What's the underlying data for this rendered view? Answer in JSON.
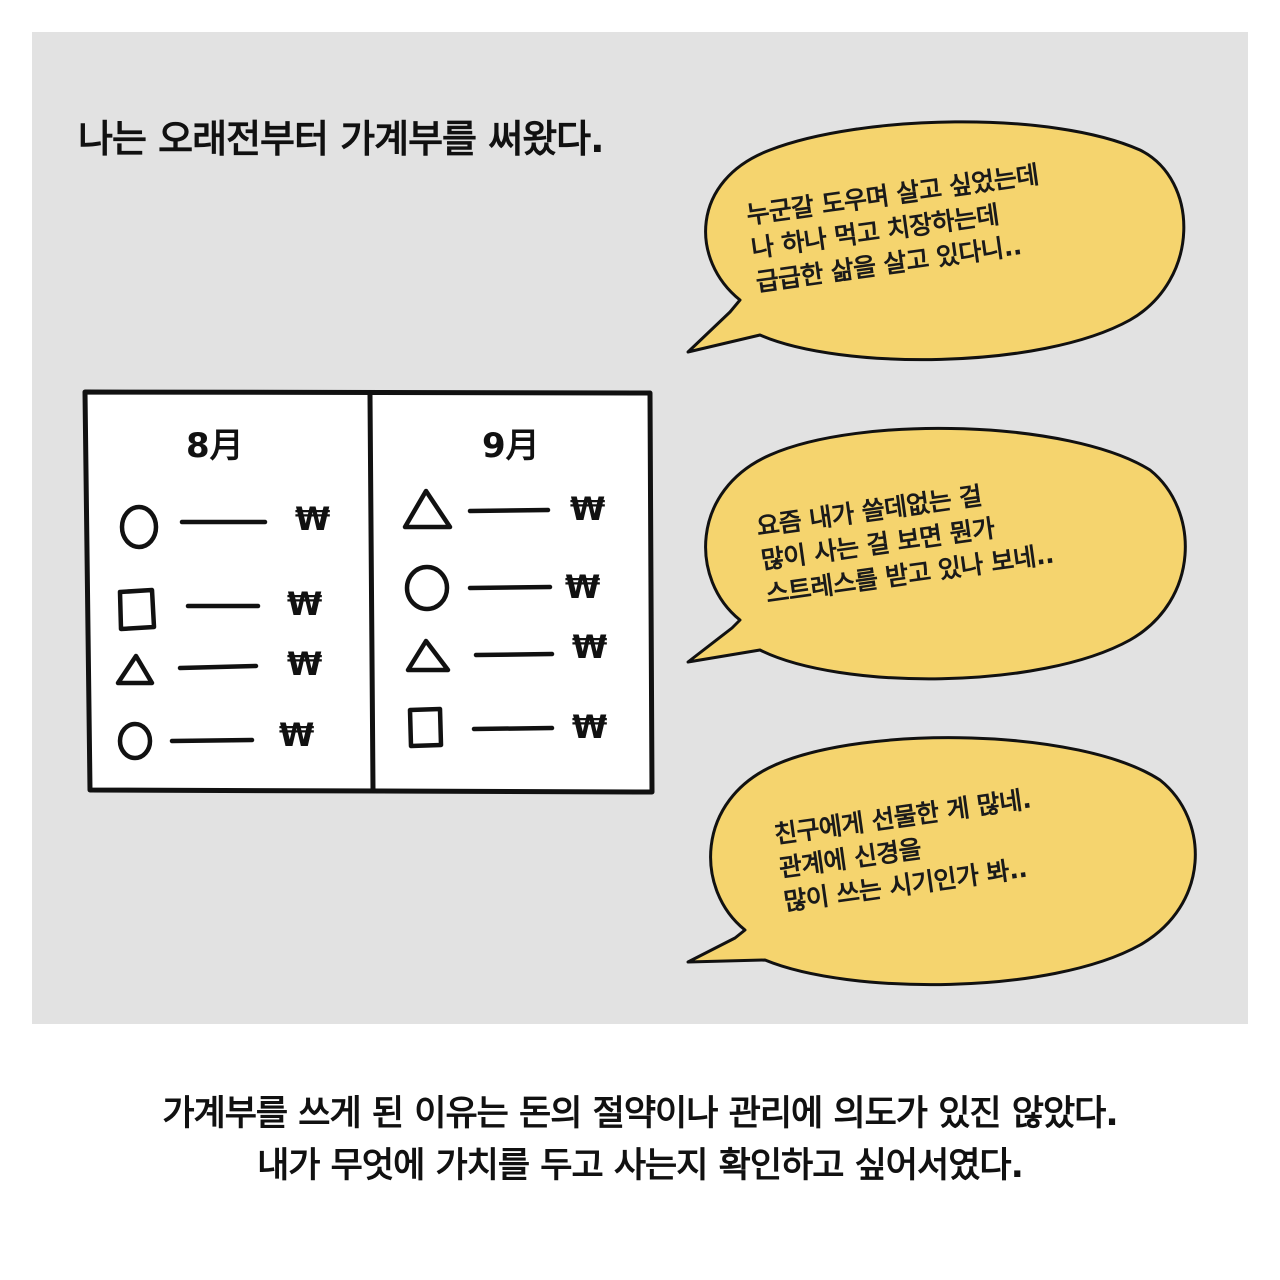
{
  "narration": "나는 오래전부터 가계부를 써왔다.",
  "bubbles": [
    {
      "lines": [
        "누군갈 도우며 살고 싶었는데",
        "나 하나 먹고 치장하는데",
        "급급한 삶을 살고 있다니.."
      ]
    },
    {
      "lines": [
        "요즘 내가 쓸데없는 걸",
        "많이 사는 걸 보면 뭔가",
        "스트레스를 받고 있나 보네.."
      ]
    },
    {
      "lines": [
        "친구에게 선물한 게 많네.",
        "관계에 신경을",
        "많이 쓰는 시기인가 봐.."
      ]
    }
  ],
  "ledger": {
    "left": {
      "month": "8月",
      "items": [
        "circle",
        "square",
        "triangle",
        "circle"
      ]
    },
    "right": {
      "month": "9月",
      "items": [
        "triangle",
        "circle",
        "triangle",
        "square"
      ]
    },
    "currency": "₩"
  },
  "caption": {
    "line1": "가계부를 쓰게 된 이유는 돈의 절약이나 관리에 의도가 있진 않았다.",
    "line2": "내가 무엇에 가치를 두고 사는지 확인하고 싶어서였다."
  },
  "colors": {
    "panel": "#e2e2e2",
    "bubble": "#f5d46e",
    "ink": "#111111"
  }
}
